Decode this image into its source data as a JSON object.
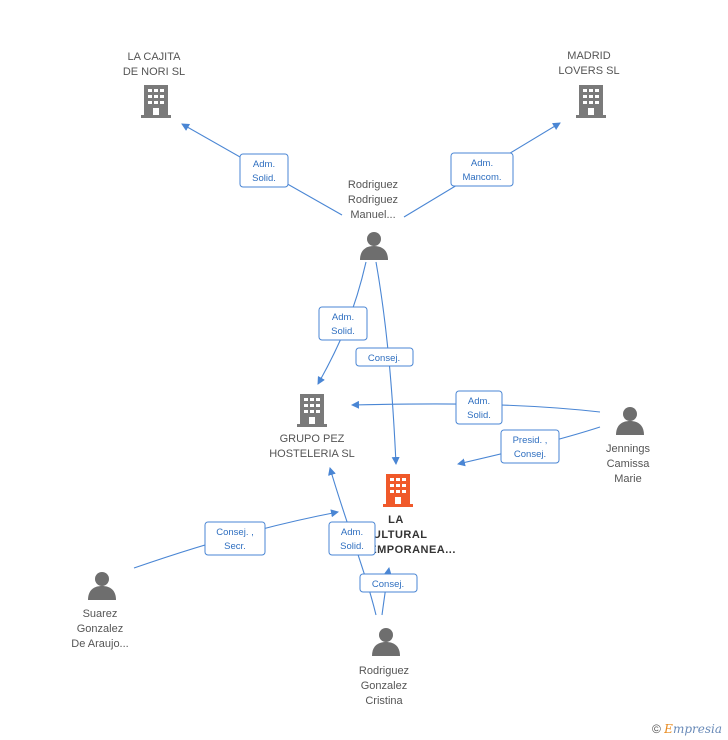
{
  "colors": {
    "edge": "#4a86d4",
    "company": "#7a7a7a",
    "company_main": "#f0592a",
    "person": "#6e6e6e"
  },
  "nodes": {
    "cajita": {
      "line1": "LA CAJITA",
      "line2": "DE NORI SL",
      "icon": "building-icon"
    },
    "madrid": {
      "line1": "MADRID",
      "line2": "LOVERS  SL",
      "icon": "building-icon"
    },
    "rodriguez_manuel": {
      "line1": "Rodriguez",
      "line2": "Rodriguez",
      "line3": "Manuel...",
      "icon": "person-icon"
    },
    "grupo_pez": {
      "line1": "GRUPO PEZ",
      "line2": "HOSTELERIA SL",
      "icon": "building-icon"
    },
    "la_cultural": {
      "line1": "LA",
      "line2": "CULTURAL",
      "line3": "CONTEMPORANEA...",
      "icon": "building-icon"
    },
    "jennings": {
      "line1": "Jennings",
      "line2": "Camissa",
      "line3": "Marie",
      "icon": "person-icon"
    },
    "suarez": {
      "line1": "Suarez",
      "line2": "Gonzalez",
      "line3": "De Araujo...",
      "icon": "person-icon"
    },
    "rodriguez_cristina": {
      "line1": "Rodriguez",
      "line2": "Gonzalez",
      "line3": "Cristina",
      "icon": "person-icon"
    }
  },
  "tags": {
    "t1": {
      "line1": "Adm.",
      "line2": "Solid."
    },
    "t2": {
      "line1": "Adm.",
      "line2": "Mancom."
    },
    "t3": {
      "line1": "Adm.",
      "line2": "Solid."
    },
    "t4": {
      "line1": "Consej."
    },
    "t5": {
      "line1": "Adm.",
      "line2": "Solid."
    },
    "t6": {
      "line1": "Presid. ,",
      "line2": "Consej."
    },
    "t7": {
      "line1": "Consej. ,",
      "line2": "Secr."
    },
    "t8": {
      "line1": "Adm.",
      "line2": "Solid."
    },
    "t9": {
      "line1": "Consej."
    }
  },
  "footer": {
    "symbol": "©",
    "brand_initial": "E",
    "brand_rest": "mpresia"
  }
}
